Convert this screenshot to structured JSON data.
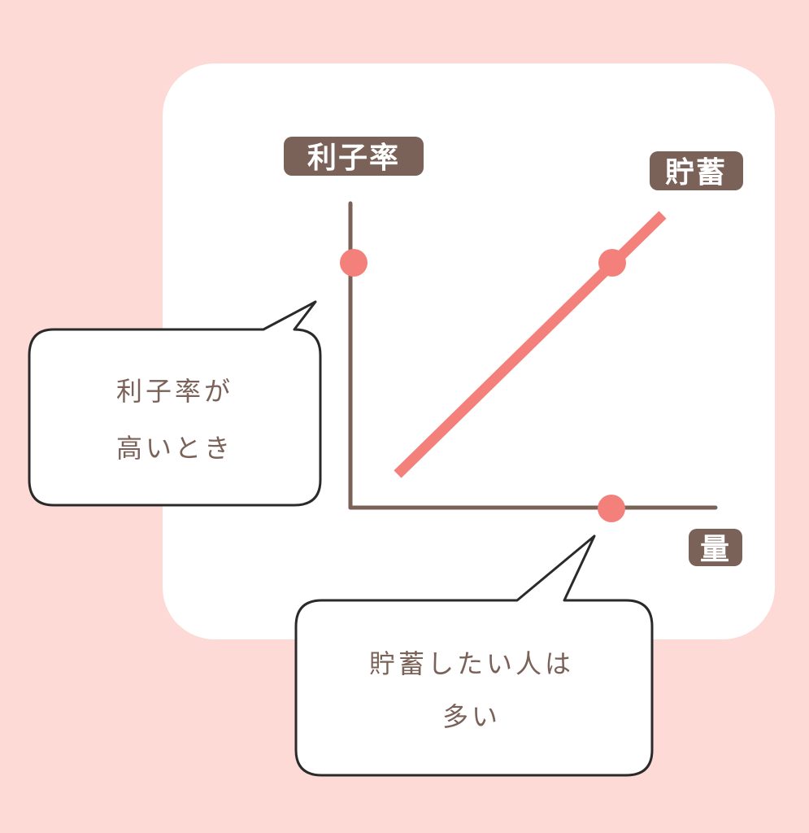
{
  "labels": {
    "y_axis": "利子率",
    "line": "貯蓄",
    "x_axis": "量"
  },
  "callouts": {
    "left": {
      "line1": "利子率が",
      "line2": "高いとき"
    },
    "bottom": {
      "line1": "貯蓄したい人は",
      "line2": "多い"
    }
  },
  "colors": {
    "background": "#fddad5",
    "card": "#ffffff",
    "axis": "#7a6259",
    "line": "#f4807b",
    "label_bg": "#7a6259",
    "text": "#7a6259"
  }
}
